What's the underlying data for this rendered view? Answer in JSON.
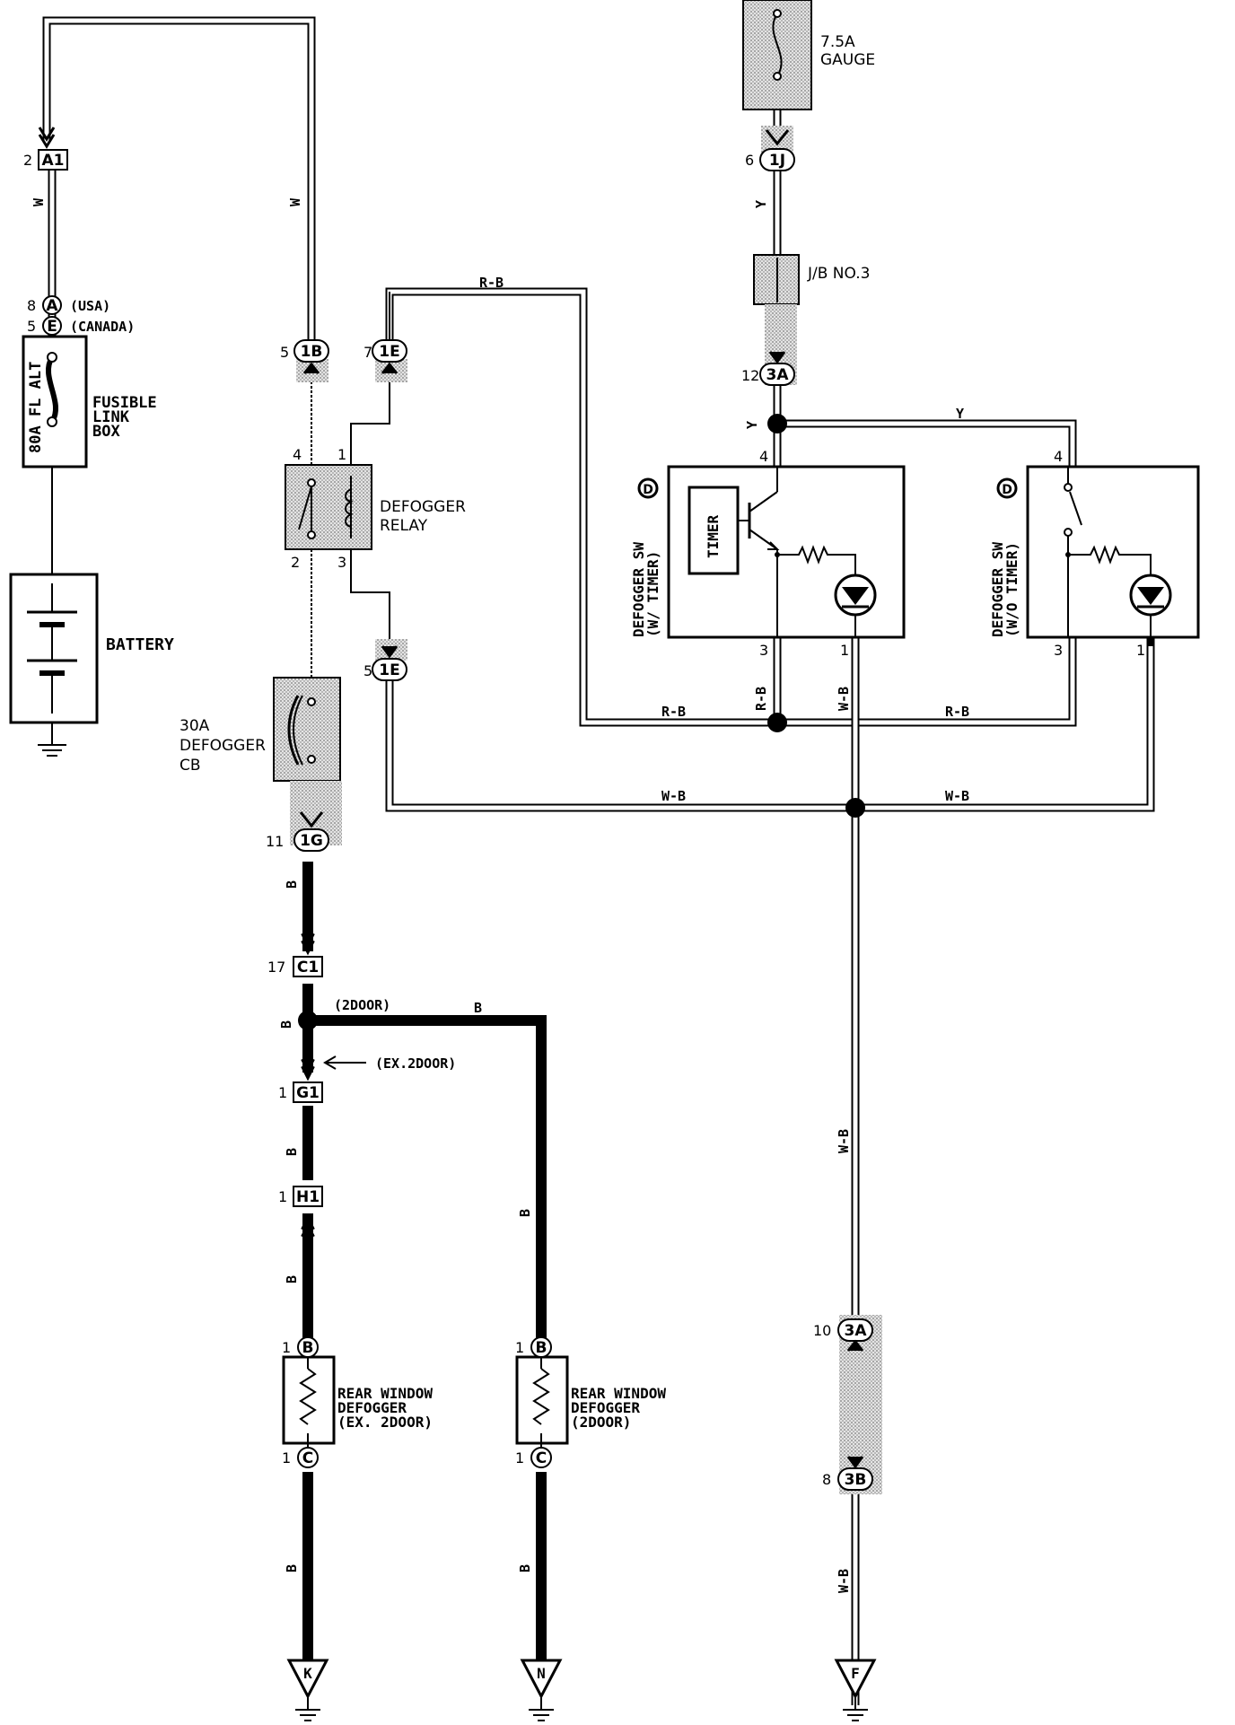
{
  "fuse_gauge": {
    "rating": "7.5A",
    "name": "GAUGE"
  },
  "jb3": "J/B NO.3",
  "fusible_link": {
    "rating": "80A FL ALT",
    "name_l1": "FUSIBLE",
    "name_l2": "LINK",
    "name_l3": "BOX"
  },
  "battery": "BATTERY",
  "relay": {
    "l1": "DEFOGGER",
    "l2": "RELAY"
  },
  "cb": {
    "l1": "30A",
    "l2": "DEFOGGER",
    "l3": "CB"
  },
  "sw_timer": {
    "l1": "DEFOGGER SW",
    "l2": "(W/ TIMER)",
    "timer": "TIMER",
    "badge": "D"
  },
  "sw_notimer": {
    "l1": "DEFOGGER SW",
    "l2": "(W/O TIMER)",
    "badge": "D"
  },
  "defogger_ex": {
    "l1": "REAR WINDOW",
    "l2": "DEFOGGER",
    "l3": "(EX. 2DOOR)"
  },
  "defogger_2d": {
    "l1": "REAR WINDOW",
    "l2": "DEFOGGER",
    "l3": "(2DOOR)"
  },
  "notes": {
    "usa": "(USA)",
    "canada": "(CANADA)",
    "twodoor": "(2DOOR)",
    "ex2door": "(EX.2DOOR)"
  },
  "wire_colors": {
    "w": "W",
    "y": "Y",
    "rb": "R-B",
    "wb": "W-B",
    "b": "B"
  },
  "connectors": {
    "a1": "A1",
    "a": "A",
    "e": "E",
    "c1": "C1",
    "g1": "G1",
    "h1": "H1",
    "1b": "1B",
    "1e": "1E",
    "1g": "1G",
    "1j": "1J",
    "3a": "3A",
    "3b": "3B",
    "b": "B",
    "c": "C"
  },
  "grounds": {
    "k": "K",
    "n": "N",
    "f": "F"
  },
  "pins": {
    "p2": "2",
    "p8": "8",
    "p5": "5",
    "p4": "4",
    "p1": "1",
    "p3": "3",
    "p7": "7",
    "p6": "6",
    "p12": "12",
    "p11": "11",
    "p17": "17",
    "p10": "10"
  }
}
